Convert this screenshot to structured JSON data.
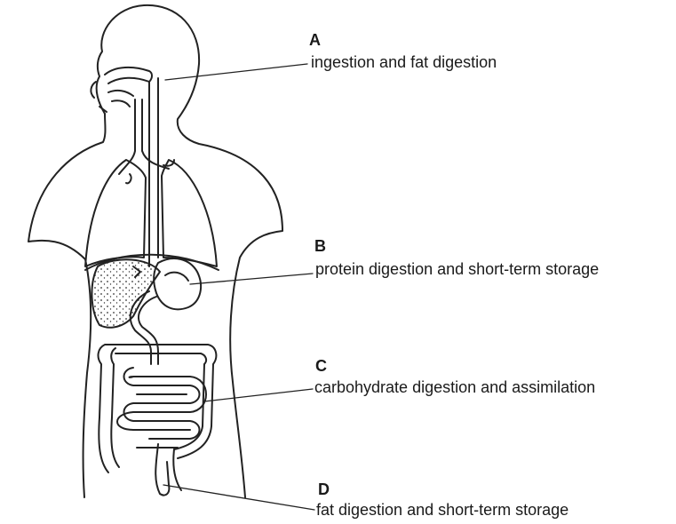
{
  "labels": [
    {
      "letter": "A",
      "description": "ingestion and fat digestion"
    },
    {
      "letter": "B",
      "description": "protein digestion and short-term storage"
    },
    {
      "letter": "C",
      "description": "carbohydrate digestion and assimilation"
    },
    {
      "letter": "D",
      "description": "fat digestion and short-term storage"
    }
  ]
}
